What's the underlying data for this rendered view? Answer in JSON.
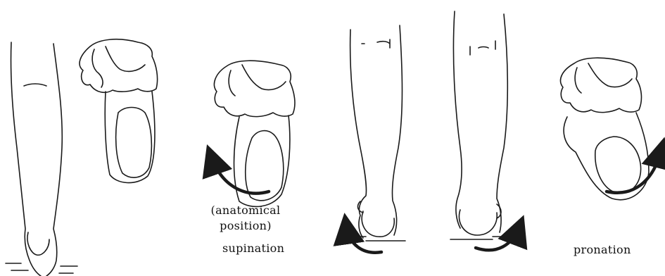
{
  "labels": {
    "anatomical_line1": "(anatomical",
    "anatomical_line2": "position)",
    "supination": "supination",
    "pronation": "pronation"
  },
  "colors": {
    "line": "#1a1a1a",
    "background": "#ffffff"
  },
  "icons": [
    "leg-outline",
    "calcaneus-bone",
    "rotation-arrow"
  ]
}
